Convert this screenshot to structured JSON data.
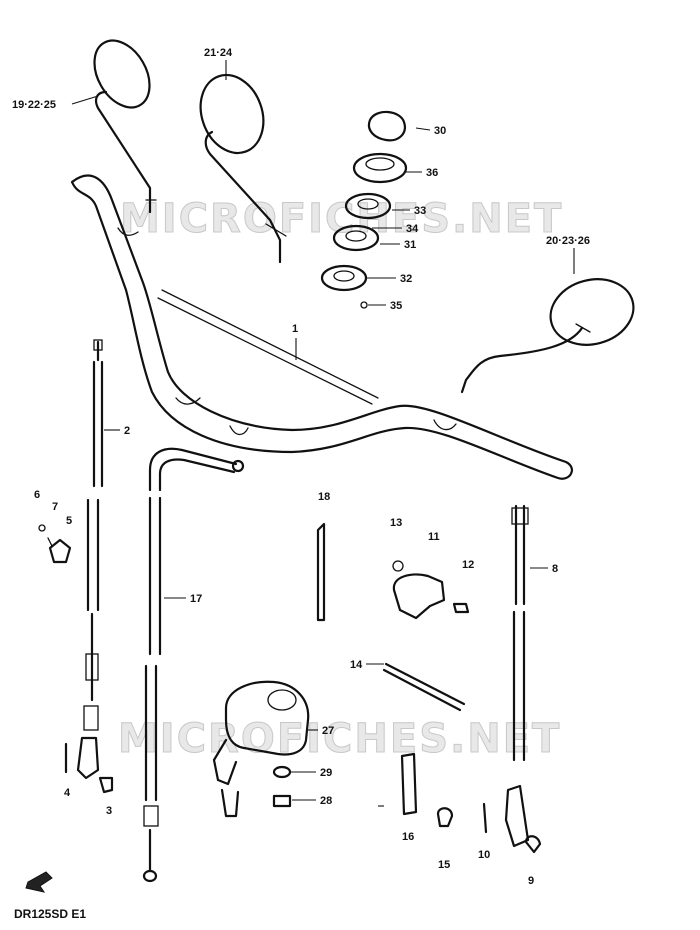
{
  "watermark": "MICROFICHES.NET",
  "diagram_code": "DR125SD E1",
  "callouts": {
    "c1": "1",
    "c2": "2",
    "c3": "3",
    "c4": "4",
    "c5": "5",
    "c6": "6",
    "c7": "7",
    "c8": "8",
    "c9": "9",
    "c10": "10",
    "c11": "11",
    "c12": "12",
    "c13": "13",
    "c14": "14",
    "c15": "15",
    "c16": "16",
    "c17": "17",
    "c18": "18",
    "c19_22_25": "19·22·25",
    "c20_23_26": "20·23·26",
    "c21_24": "21·24",
    "c27": "27",
    "c28": "28",
    "c29": "29",
    "c30": "30",
    "c31": "31",
    "c32": "32",
    "c33": "33",
    "c34": "34",
    "c35": "35",
    "c36": "36"
  }
}
